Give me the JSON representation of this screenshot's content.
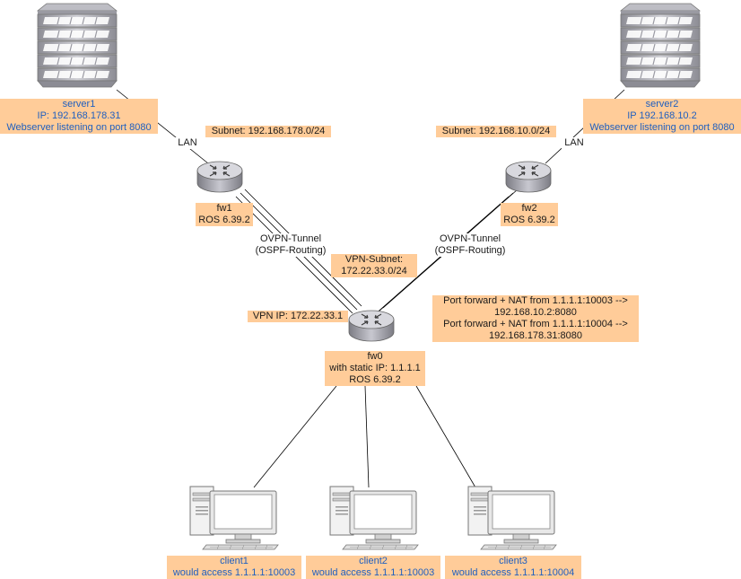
{
  "colors": {
    "label_fill": "#ffcc99",
    "device_text": "#1f5fbf",
    "device_gray": "#a8a8b0",
    "link": "#000000"
  },
  "servers": [
    {
      "icon": "server-rack-icon",
      "name": "server1",
      "ip": "IP: 192.168.178.31",
      "service": "Webserver listening on port 8080"
    },
    {
      "icon": "server-rack-icon",
      "name": "server2",
      "ip": "IP 192.168.10.2",
      "service": "Webserver listening on port 8080"
    }
  ],
  "routers": {
    "fw1": {
      "icon": "router-icon",
      "name": "fw1",
      "os": "ROS 6.39.2"
    },
    "fw2": {
      "icon": "router-icon",
      "name": "fw2",
      "os": "ROS 6.39.2"
    },
    "fw0": {
      "icon": "router-icon",
      "name": "fw0",
      "detail": "with static IP: 1.1.1.1",
      "os": "ROS 6.39.2"
    }
  },
  "links": {
    "lan_left": "LAN",
    "lan_right": "LAN",
    "tunnel_left": {
      "line1": "OVPN-Tunnel",
      "line2": "(OSPF-Routing)"
    },
    "tunnel_right": {
      "line1": "OVPN-Tunnel",
      "line2": "(OSPF-Routing)"
    }
  },
  "subnets": {
    "left": "Subnet: 192.168.178.0/24",
    "right": "Subnet: 192.168.10.0/24",
    "vpn_line1": "VPN-Subnet:",
    "vpn_line2": "172.22.33.0/24",
    "vpn_ip": "VPN IP: 172.22.33.1"
  },
  "port_forward": {
    "rule1_line1": "Port forward + NAT from 1.1.1.1:10003 -->",
    "rule1_line2": "192.168.10.2:8080",
    "rule2_line1": "Port forward + NAT from 1.1.1.1:10004 -->",
    "rule2_line2": "192.168.178.31:8080"
  },
  "clients": [
    {
      "icon": "desktop-computer-icon",
      "name": "client1",
      "note": "would access 1.1.1.1:10003"
    },
    {
      "icon": "desktop-computer-icon",
      "name": "client2",
      "note": "would access 1.1.1.1:10003"
    },
    {
      "icon": "desktop-computer-icon",
      "name": "client3",
      "note": "would access 1.1.1.1:10004"
    }
  ]
}
